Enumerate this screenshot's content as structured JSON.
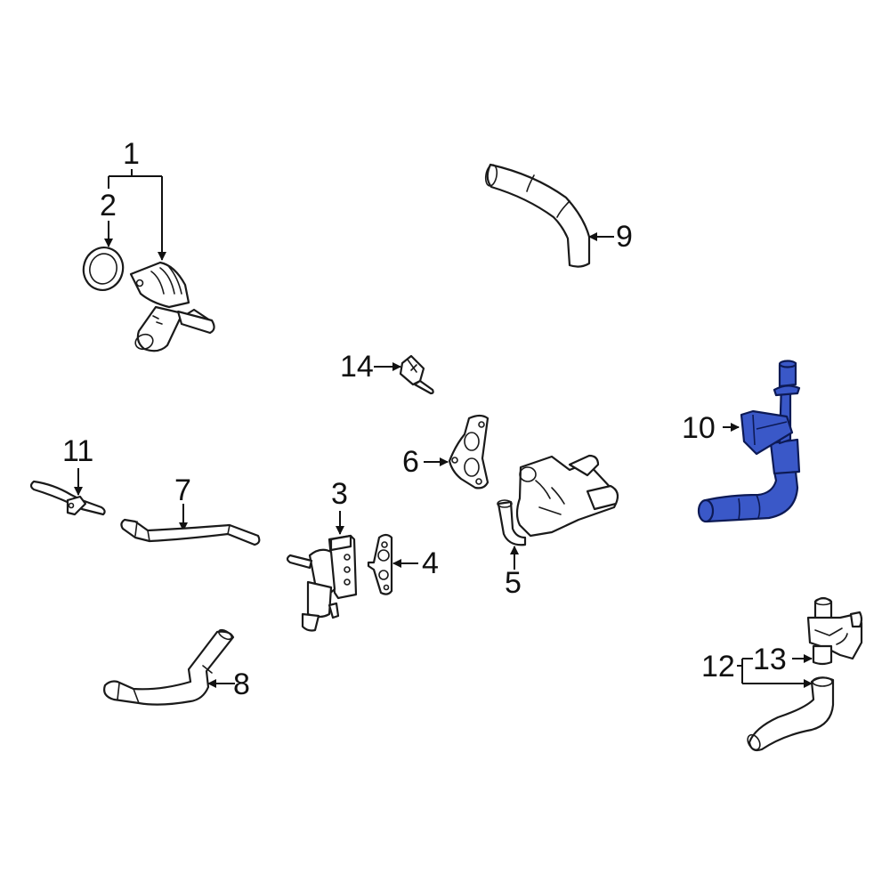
{
  "diagram": {
    "type": "exploded-parts-diagram",
    "subject": "engine coolant components",
    "highlight_color": "#3a58c8",
    "highlighted_part": "10",
    "callouts": [
      {
        "id": "1",
        "label": "1",
        "target": "thermostat-housing-outlet-assembly"
      },
      {
        "id": "2",
        "label": "2",
        "target": "o-ring-seal"
      },
      {
        "id": "3",
        "label": "3",
        "target": "water-valve-assembly"
      },
      {
        "id": "4",
        "label": "4",
        "target": "valve-gasket"
      },
      {
        "id": "5",
        "label": "5",
        "target": "water-outlet-housing"
      },
      {
        "id": "6",
        "label": "6",
        "target": "housing-gasket"
      },
      {
        "id": "7",
        "label": "7",
        "target": "bypass-hose"
      },
      {
        "id": "8",
        "label": "8",
        "target": "coolant-hose-lower"
      },
      {
        "id": "9",
        "label": "9",
        "target": "coolant-hose-upper"
      },
      {
        "id": "10",
        "label": "10",
        "target": "coolant-pipe-highlighted"
      },
      {
        "id": "11",
        "label": "11",
        "target": "coolant-pipe-small"
      },
      {
        "id": "12",
        "label": "12",
        "target": "pump-and-hose-group"
      },
      {
        "id": "13",
        "label": "13",
        "target": "auxiliary-water-pump"
      },
      {
        "id": "14",
        "label": "14",
        "target": "temperature-sensor"
      }
    ]
  }
}
